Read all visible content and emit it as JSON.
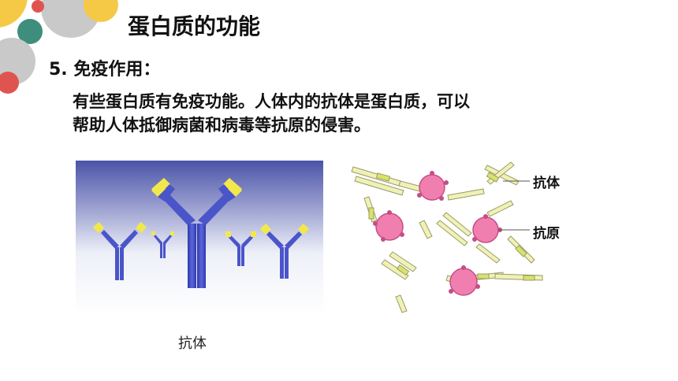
{
  "slide": {
    "title": "蛋白质的功能",
    "subtitle": "5. 免疫作用：",
    "body_lines": [
      "有些蛋白质有免疫功能。人体内的抗体是蛋白质，可以",
      "帮助人体抵御病菌和病毒等抗原的侵害。"
    ],
    "photo_caption": "抗体",
    "diagram_labels": {
      "antibody": "抗体",
      "antigen": "抗原"
    }
  },
  "colors": {
    "deco_yellow": "#f5c945",
    "deco_gray": "#c9c9c9",
    "deco_teal": "#3e8e7e",
    "deco_red": "#e0544f",
    "antibody_blue": "#4a55c9",
    "antibody_tip": "#f2e84b",
    "antigen_pink": "#f07fb0",
    "diagram_stick": "#f0f2b5"
  }
}
